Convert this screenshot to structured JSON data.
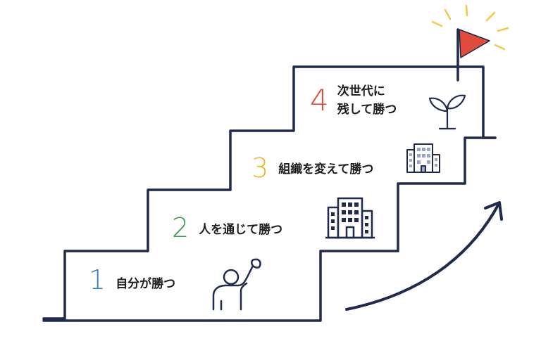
{
  "steps": [
    {
      "number": "1",
      "label": "自分が勝つ",
      "color": "#2f7fc4",
      "icon": "person-fist-icon"
    },
    {
      "number": "2",
      "label": "人を通じて勝つ",
      "color": "#3c9a4a",
      "icon": "building-icon"
    },
    {
      "number": "3",
      "label": "組織を変えて勝つ",
      "color": "#f0b429",
      "icon": "office-building-icon"
    },
    {
      "number": "4",
      "label_line1": "次世代に",
      "label_line2": "残して勝つ",
      "color": "#e04b3c",
      "icon": "sprout-icon"
    }
  ],
  "colors": {
    "line": "#1f2a4d",
    "flag": "#e04b3c",
    "rays": "#f2c94c"
  },
  "decor": [
    "goal-flag-icon",
    "upward-arrow-icon"
  ]
}
